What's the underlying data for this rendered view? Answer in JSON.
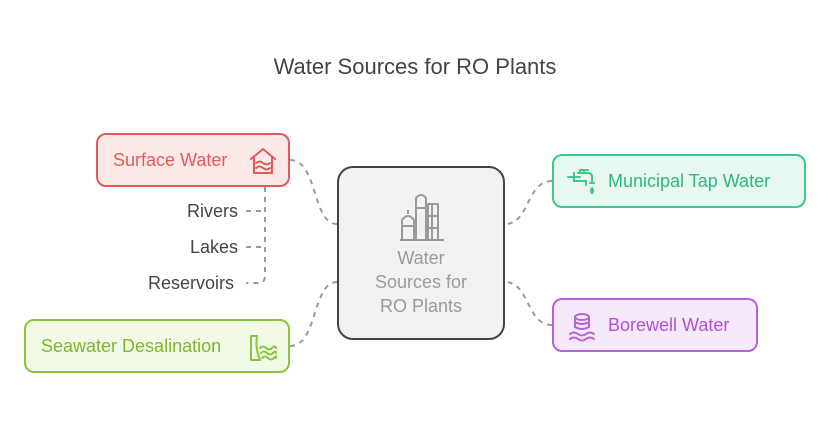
{
  "title": "Water Sources for RO Plants",
  "center": {
    "label": "Water\nSources for\nRO Plants",
    "icon": "industrial-plant-icon"
  },
  "nodes": {
    "surface": {
      "label": "Surface Water",
      "icon": "water-house-icon",
      "color": "#e05b5b",
      "fill": "#fde8e8"
    },
    "municipal": {
      "label": "Municipal Tap Water",
      "icon": "faucet-icon",
      "color": "#3ec98a",
      "fill": "#e6f8ef"
    },
    "borewell": {
      "label": "Borewell Water",
      "icon": "stacked-discs-water-icon",
      "color": "#b861d8",
      "fill": "#f6e9fb"
    },
    "seawater": {
      "label": "Seawater Desalination",
      "icon": "dam-waves-icon",
      "color": "#8cc43c",
      "fill": "#f1fae4"
    }
  },
  "surface_subitems": [
    "Rivers",
    "Lakes",
    "Reservoirs"
  ]
}
